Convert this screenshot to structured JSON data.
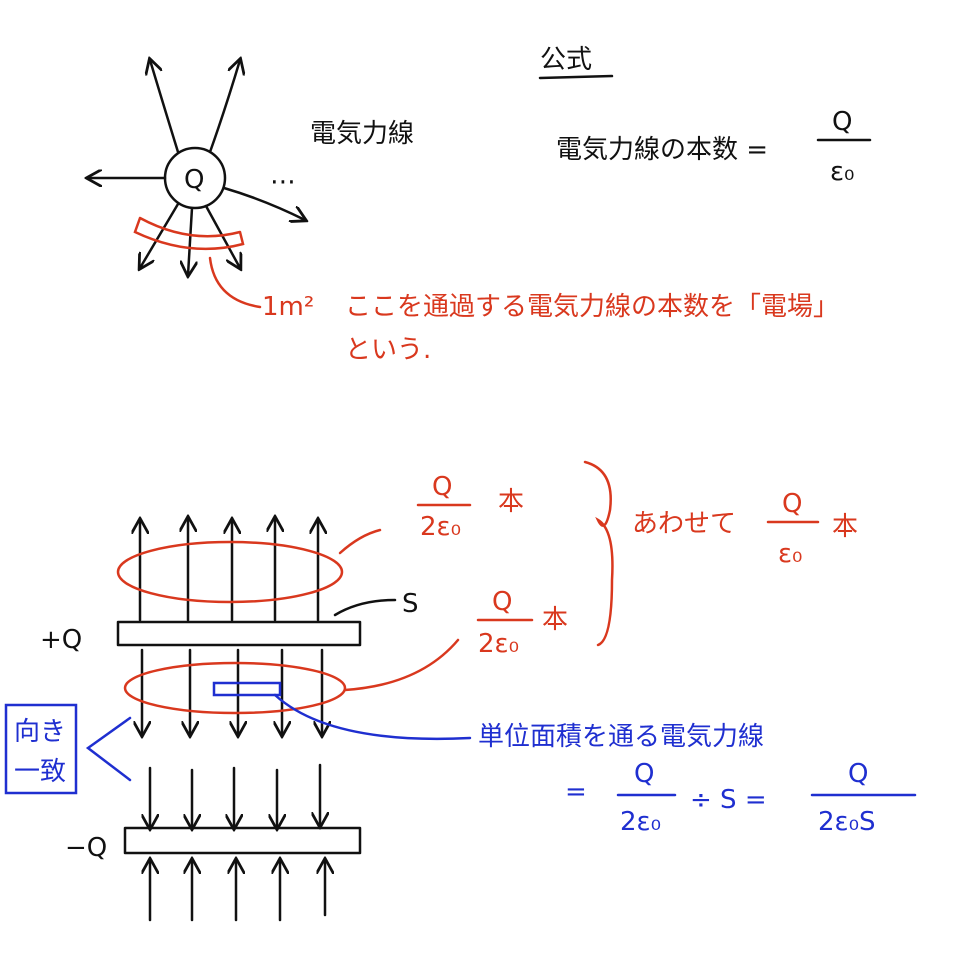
{
  "colors": {
    "ink": "#111111",
    "red": "#d9381e",
    "blue": "#1f2fd0"
  },
  "top": {
    "heading": "公式",
    "charge_label": "Q",
    "lines_label": "電気力線",
    "ellipsis": "⋯",
    "formula_left": "電気力線の本数 =",
    "formula_num": "Q",
    "formula_den": "ε₀",
    "area_label": "1m²",
    "definition_line1": "ここを通過する電気力線の本数を「電場」",
    "definition_line2": "という."
  },
  "plates": {
    "plus_label": "+Q",
    "minus_label": "−Q",
    "area_label": "S",
    "upper_num": "Q",
    "upper_den": "2ε₀",
    "upper_unit": "本",
    "lower_num": "Q",
    "lower_den": "2ε₀",
    "lower_unit": "本",
    "combined_text": "あわせて",
    "combined_num": "Q",
    "combined_den": "ε₀",
    "combined_unit": "本",
    "direction_line1": "向き",
    "direction_line2": "一致",
    "unit_area_text": "単位面積を通る電気力線",
    "eq1": "=",
    "eq_num1": "Q",
    "eq_den1": "2ε₀",
    "div": "÷ S =",
    "eq_num2": "Q",
    "eq_den2": "2ε₀S"
  }
}
